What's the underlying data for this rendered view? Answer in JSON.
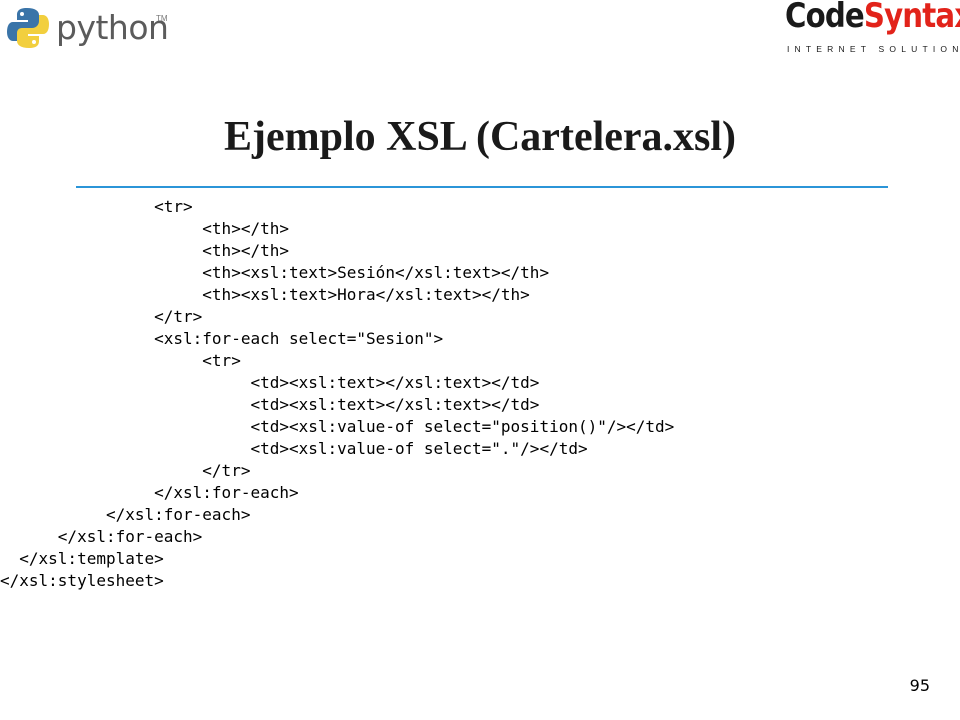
{
  "header": {
    "python_logo": {
      "wordmark": "python",
      "tm": "TM",
      "colors": {
        "blue": "#3a74a8",
        "yellow": "#f2cf3e",
        "text": "#5b5b5b"
      }
    },
    "codesyntax_logo": {
      "part1": "Code",
      "part2": "Syntax",
      "tagline": "INTERNET SOLUTIONS",
      "colors": {
        "code": "#1a1a1a",
        "syntax": "#e2231a"
      }
    }
  },
  "slide": {
    "title": "Ejemplo XSL (Cartelera.xsl)",
    "divider_color": "#2b95d8",
    "code_lines": [
      "                <tr>",
      "                     <th></th>",
      "                     <th></th>",
      "                     <th><xsl:text>Sesión</xsl:text></th>",
      "                     <th><xsl:text>Hora</xsl:text></th>",
      "                </tr>",
      "                <xsl:for-each select=\"Sesion\">",
      "                     <tr>",
      "                          <td><xsl:text></xsl:text></td>",
      "                          <td><xsl:text></xsl:text></td>",
      "                          <td><xsl:value-of select=\"position()\"/></td>",
      "                          <td><xsl:value-of select=\".\"/></td>",
      "                     </tr>",
      "                </xsl:for-each>",
      "           </xsl:for-each>",
      "      </xsl:for-each>",
      "  </xsl:template>",
      "</xsl:stylesheet>"
    ],
    "page_number": "95"
  }
}
